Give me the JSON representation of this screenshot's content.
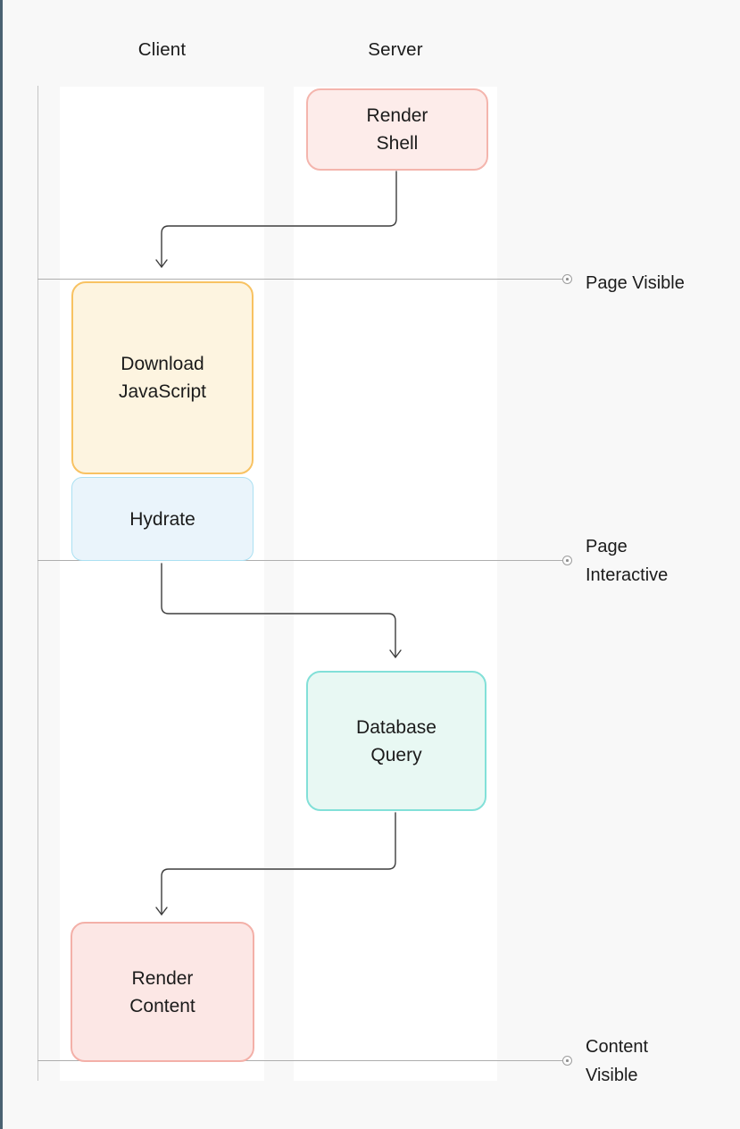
{
  "diagram": {
    "columns": [
      {
        "label": "Client"
      },
      {
        "label": "Server"
      }
    ],
    "nodes": [
      {
        "label": "Render Shell",
        "column": "Server",
        "fill": "#fdecea",
        "border": "#f4b5ad"
      },
      {
        "label": "Download JavaScript",
        "column": "Client",
        "fill": "#fdf4e0",
        "border": "#f8c262"
      },
      {
        "label": "Hydrate",
        "column": "Client",
        "fill": "#eaf4fb",
        "border": "#abe0f2"
      },
      {
        "label": "Database Query",
        "column": "Server",
        "fill": "#e8f8f3",
        "border": "#82e0d8"
      },
      {
        "label": "Render Content",
        "column": "Client",
        "fill": "#fce7e5",
        "border": "#f3b0a8"
      }
    ],
    "milestones": [
      {
        "label": "Page Visible"
      },
      {
        "label": "Page Interactive"
      },
      {
        "label": "Content Visible"
      }
    ],
    "edges": [
      {
        "from": "Render Shell",
        "to": "Download JavaScript"
      },
      {
        "from": "Hydrate",
        "to": "Database Query"
      },
      {
        "from": "Database Query",
        "to": "Render Content"
      }
    ],
    "colors": {
      "background": "#f8f8f8",
      "lane": "#ffffff",
      "left_border": "#4a6272",
      "timeline_axis": "#c5c5c5",
      "milestone_line": "#aeaeae",
      "arrow": "#3d3d3d",
      "text": "#1b1b1b"
    }
  }
}
